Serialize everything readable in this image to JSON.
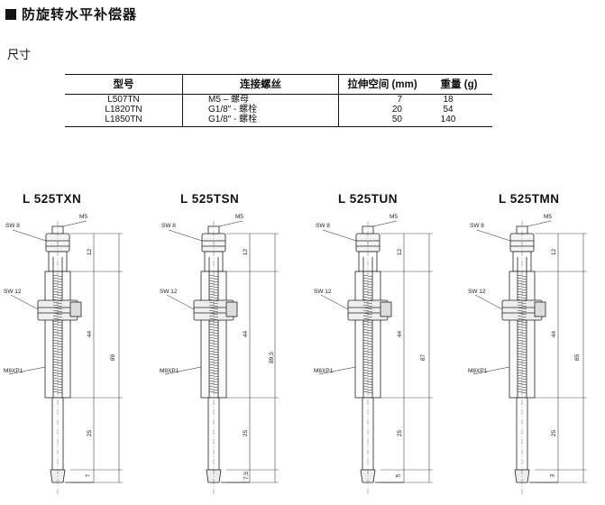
{
  "title": "防旋转水平补偿器",
  "section": "尺寸",
  "table": {
    "headers": [
      "型号",
      "连接螺丝",
      "拉伸空间 (mm)",
      "重量 (g)"
    ],
    "rows": [
      {
        "model": "L507TN",
        "thread": "M5 – 螺母",
        "stroke": "7",
        "weight": "18"
      },
      {
        "model": "L1820TN",
        "thread": "G1/8″ - 螺栓",
        "stroke": "20",
        "weight": "54"
      },
      {
        "model": "L1850TN",
        "thread": "G1/8″ - 螺栓",
        "stroke": "50",
        "weight": "140"
      }
    ]
  },
  "drawings": [
    {
      "name": "L 525TXN",
      "top_label": "M5",
      "sw1": "SW 8",
      "sw2": "SW 12",
      "thread": "M8XP1",
      "dims": [
        "12",
        "44",
        "25",
        "7"
      ],
      "total": "89"
    },
    {
      "name": "L 525TSN",
      "top_label": "M5",
      "sw1": "SW 8",
      "sw2": "SW 12",
      "thread": "M8XP1",
      "dims": [
        "12",
        "44",
        "25",
        "7,5"
      ],
      "total": "89,5"
    },
    {
      "name": "L 525TUN",
      "top_label": "M5",
      "sw1": "SW 8",
      "sw2": "SW 12",
      "thread": "M8XP1",
      "dims": [
        "12",
        "44",
        "25",
        "5"
      ],
      "total": "87"
    },
    {
      "name": "L 525TMN",
      "top_label": "M5",
      "sw1": "SW 8",
      "sw2": "SW 12",
      "thread": "M8XP1",
      "dims": [
        "12",
        "44",
        "25",
        "3"
      ],
      "total": "85"
    }
  ]
}
